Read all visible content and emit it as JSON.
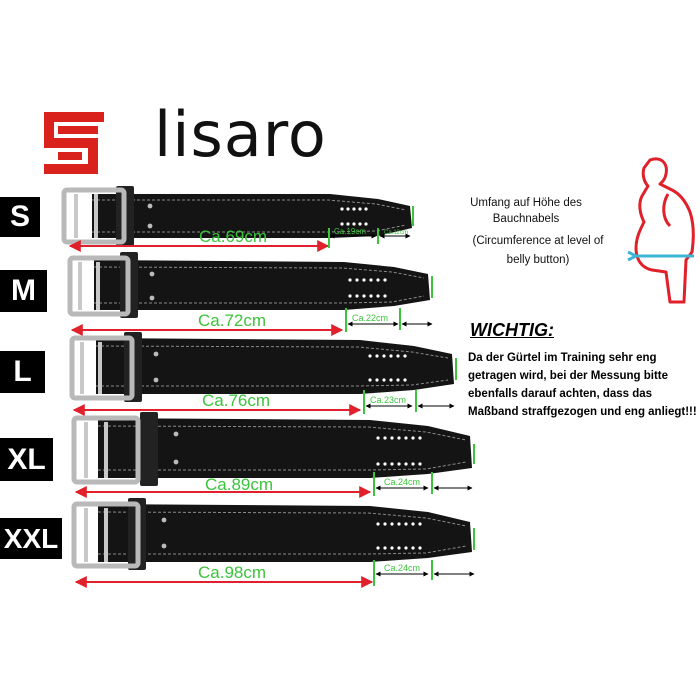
{
  "brand": {
    "name": "lisaro",
    "logo_color": "#d9221c"
  },
  "sizes": [
    {
      "label": "S",
      "length": "Ca.69cm",
      "measure_a": "Ca.19cm",
      "measure_b": "Ca.12cm"
    },
    {
      "label": "M",
      "length": "Ca.72cm",
      "measure_a": "Ca.22cm",
      "measure_b": ""
    },
    {
      "label": "L",
      "length": "Ca.76cm",
      "measure_a": "Ca.23cm",
      "measure_b": ""
    },
    {
      "label": "XL",
      "length": "Ca.89cm",
      "measure_a": "Ca.24cm",
      "measure_b": ""
    },
    {
      "label": "XXL",
      "length": "Ca.98cm",
      "measure_a": "Ca.24cm",
      "measure_b": ""
    }
  ],
  "info": {
    "line1": "Umfang auf Höhe des",
    "line2": "Bauchnabels",
    "line3": "(Circumference at level of",
    "line4": "belly button)"
  },
  "notice": {
    "title": "WICHTIG:",
    "body": "Da der Gürtel im Training sehr eng getragen wird, bei der Messung bitte ebenfalls darauf achten, dass das Maßband straffgezogen und eng anliegt!!!"
  },
  "colors": {
    "length_line": "#e0202a",
    "label_green": "#3cc43c",
    "belt": "#141414",
    "stitch": "#9a9a9a"
  }
}
